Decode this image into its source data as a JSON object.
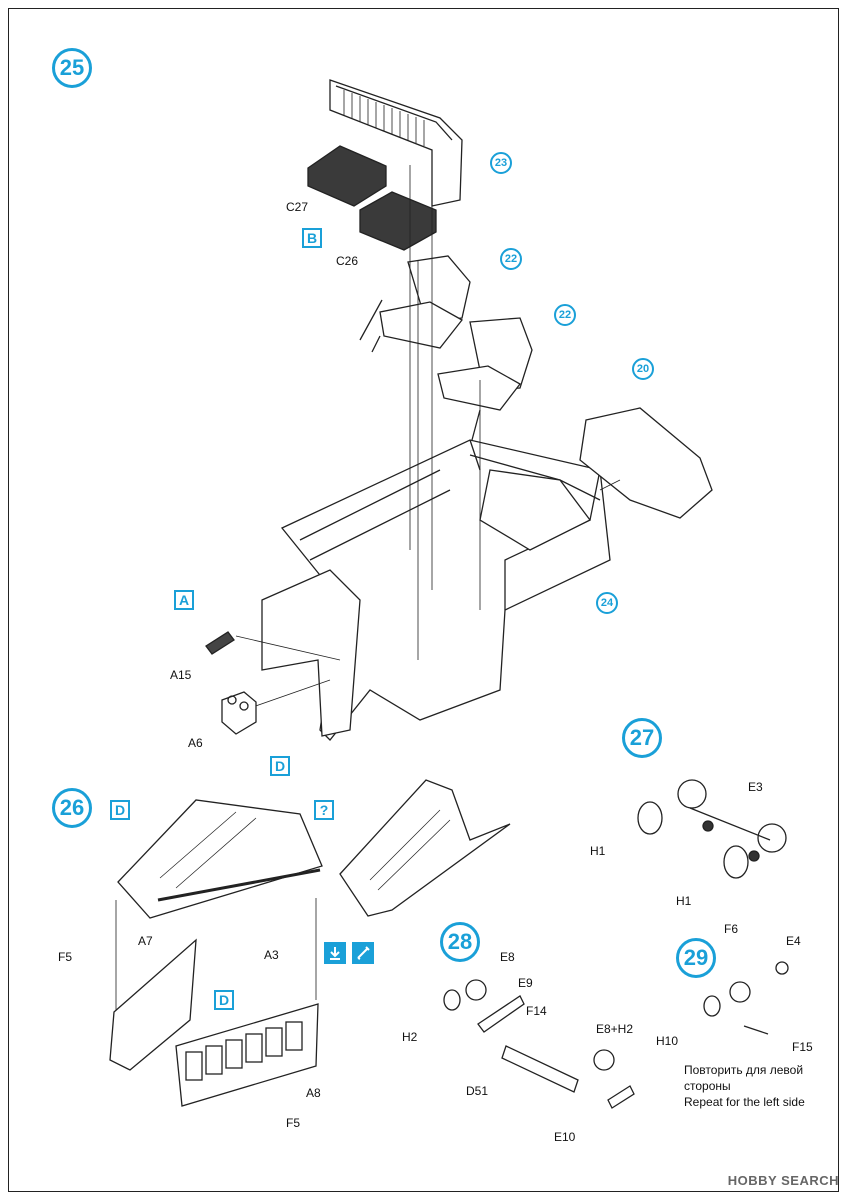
{
  "steps": {
    "s25": "25",
    "s26": "26",
    "s27": "27",
    "s28": "28",
    "s29": "29"
  },
  "subassemblies": {
    "a23": "23",
    "a22a": "22",
    "a22b": "22",
    "a20": "20",
    "a24": "24"
  },
  "callouts": {
    "b": "B",
    "a": "A",
    "d1": "D",
    "d2": "D",
    "d3": "D",
    "q": "?"
  },
  "parts": {
    "c27": "C27",
    "c26": "C26",
    "a15": "A15",
    "a6": "A6",
    "a7": "A7",
    "a3": "A3",
    "f5a": "F5",
    "f5b": "F5",
    "a8": "A8",
    "e3": "E3",
    "h1a": "H1",
    "h1b": "H1",
    "e8": "E8",
    "e9": "E9",
    "h2": "H2",
    "f14": "F14",
    "e8h2": "E8+H2",
    "d51": "D51",
    "e10": "E10",
    "f6": "F6",
    "e4": "E4",
    "h10": "H10",
    "f15": "F15"
  },
  "note": {
    "ru1": "Повторить для левой",
    "ru2": "стороны",
    "en": "Repeat for the left side"
  },
  "watermark": "HOBBY SEARCH",
  "colors": {
    "accent": "#1aa0d8",
    "line": "#222222",
    "seat": "#3a3a3a"
  },
  "icons": [
    "arrow-down-icon",
    "pencil-icon"
  ]
}
